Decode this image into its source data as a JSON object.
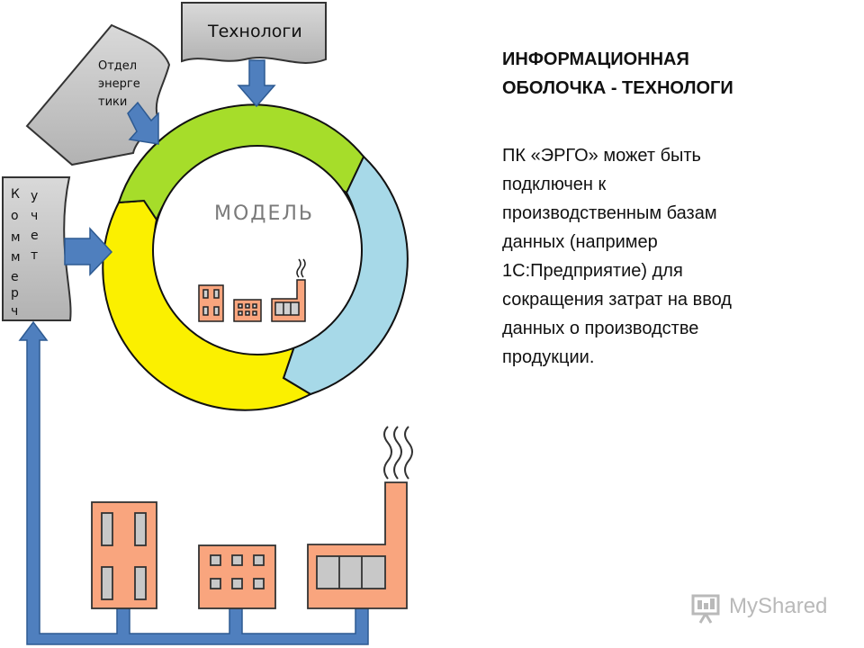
{
  "diagram": {
    "center_label": "МОДЕЛЬ",
    "tech_box": "Технологи",
    "energy_box_lines": [
      "Отдел",
      "энерге",
      "тики"
    ],
    "commerce_left": [
      "К",
      "о",
      "м",
      "м",
      "е",
      "р",
      "ч"
    ],
    "commerce_right": [
      "у",
      "ч",
      "е",
      "т"
    ],
    "colors": {
      "green": "#a6dd2a",
      "yellow": "#fbf000",
      "blue": "#a7d9e8",
      "arrow": "#4f7fbe",
      "box_gray": "#c3c3c3",
      "building": "#f9a57e"
    }
  },
  "title_lines": [
    "ИНФОРМАЦИОННАЯ",
    "ОБОЛОЧКА - ТЕХНОЛОГИ"
  ],
  "body_lines": [
    "ПК «ЭРГО» может быть",
    "подключен к",
    "производственным базам",
    "данных (например",
    "1С:Предприятие) для",
    "сокращения затрат на ввод",
    "данных о производстве",
    "продукции."
  ],
  "watermark": "MyShared"
}
